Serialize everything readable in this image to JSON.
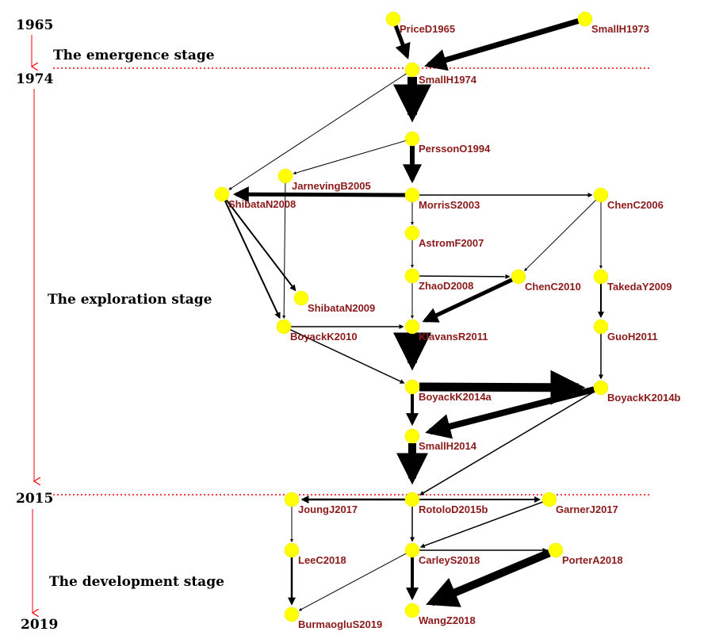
{
  "colors": {
    "node": "#ffff00",
    "label": "#8b1a1a",
    "edge": "#000000",
    "timeline": "#ff0000"
  },
  "timeline": {
    "years": [
      "1965",
      "1974",
      "2015",
      "2019"
    ],
    "stages": [
      "The emergence stage",
      "The exploration stage",
      "The development stage"
    ]
  },
  "nodes": [
    {
      "id": "PriceD1965"
    },
    {
      "id": "SmallH1973"
    },
    {
      "id": "SmallH1974"
    },
    {
      "id": "PerssonO1994"
    },
    {
      "id": "JarnevingB2005"
    },
    {
      "id": "ShibataN2008"
    },
    {
      "id": "MorrisS2003"
    },
    {
      "id": "ChenC2006"
    },
    {
      "id": "AstromF2007"
    },
    {
      "id": "ZhaoD2008"
    },
    {
      "id": "ChenC2010"
    },
    {
      "id": "TakedaY2009"
    },
    {
      "id": "ShibataN2009"
    },
    {
      "id": "BoyackK2010"
    },
    {
      "id": "KlavansR2011"
    },
    {
      "id": "GuoH2011"
    },
    {
      "id": "BoyackK2014a"
    },
    {
      "id": "BoyackK2014b"
    },
    {
      "id": "SmallH2014"
    },
    {
      "id": "JoungJ2017"
    },
    {
      "id": "RotoloD2015b"
    },
    {
      "id": "GarnerJ2017"
    },
    {
      "id": "LeeC2018"
    },
    {
      "id": "CarleyS2018"
    },
    {
      "id": "PorterA2018"
    },
    {
      "id": "BurmaogluS2019"
    },
    {
      "id": "WangZ2018"
    }
  ],
  "edges": [
    {
      "from": "PriceD1965",
      "to": "SmallH1974",
      "weight": 5
    },
    {
      "from": "SmallH1973",
      "to": "SmallH1974",
      "weight": 7
    },
    {
      "from": "SmallH1974",
      "to": "PerssonO1994",
      "weight": 12
    },
    {
      "from": "SmallH1974",
      "to": "ShibataN2008",
      "weight": 1
    },
    {
      "from": "PerssonO1994",
      "to": "MorrisS2003",
      "weight": 6
    },
    {
      "from": "PerssonO1994",
      "to": "JarnevingB2005",
      "weight": 1
    },
    {
      "from": "MorrisS2003",
      "to": "ShibataN2008",
      "weight": 5
    },
    {
      "from": "MorrisS2003",
      "to": "ChenC2006",
      "weight": 1.5
    },
    {
      "from": "MorrisS2003",
      "to": "AstromF2007",
      "weight": 1
    },
    {
      "from": "AstromF2007",
      "to": "ZhaoD2008",
      "weight": 1
    },
    {
      "from": "ZhaoD2008",
      "to": "ChenC2010",
      "weight": 1.5
    },
    {
      "from": "ZhaoD2008",
      "to": "KlavansR2011",
      "weight": 1
    },
    {
      "from": "ChenC2006",
      "to": "TakedaY2009",
      "weight": 1
    },
    {
      "from": "ChenC2006",
      "to": "ChenC2010",
      "weight": 1
    },
    {
      "from": "ChenC2010",
      "to": "KlavansR2011",
      "weight": 5
    },
    {
      "from": "TakedaY2009",
      "to": "GuoH2011",
      "weight": 2
    },
    {
      "from": "GuoH2011",
      "to": "BoyackK2014b",
      "weight": 1.5
    },
    {
      "from": "ShibataN2008",
      "to": "ShibataN2009",
      "weight": 2
    },
    {
      "from": "ShibataN2008",
      "to": "BoyackK2010",
      "weight": 2
    },
    {
      "from": "JarnevingB2005",
      "to": "BoyackK2010",
      "weight": 1
    },
    {
      "from": "BoyackK2010",
      "to": "KlavansR2011",
      "weight": 1.5
    },
    {
      "from": "BoyackK2010",
      "to": "BoyackK2014a",
      "weight": 1.5
    },
    {
      "from": "KlavansR2011",
      "to": "BoyackK2014a",
      "weight": 12
    },
    {
      "from": "BoyackK2014a",
      "to": "BoyackK2014b",
      "weight": 11
    },
    {
      "from": "BoyackK2014b",
      "to": "SmallH2014",
      "weight": 8
    },
    {
      "from": "BoyackK2014b",
      "to": "RotoloD2015b",
      "weight": 1.5
    },
    {
      "from": "BoyackK2014a",
      "to": "SmallH2014",
      "weight": 4
    },
    {
      "from": "SmallH2014",
      "to": "RotoloD2015b",
      "weight": 10
    },
    {
      "from": "RotoloD2015b",
      "to": "JoungJ2017",
      "weight": 2.5
    },
    {
      "from": "RotoloD2015b",
      "to": "GarnerJ2017",
      "weight": 2
    },
    {
      "from": "RotoloD2015b",
      "to": "CarleyS2018",
      "weight": 1.5
    },
    {
      "from": "GarnerJ2017",
      "to": "CarleyS2018",
      "weight": 1.5
    },
    {
      "from": "JoungJ2017",
      "to": "LeeC2018",
      "weight": 1
    },
    {
      "from": "LeeC2018",
      "to": "BurmaogluS2019",
      "weight": 2.5
    },
    {
      "from": "CarleyS2018",
      "to": "PorterA2018",
      "weight": 1.5
    },
    {
      "from": "CarleyS2018",
      "to": "WangZ2018",
      "weight": 4
    },
    {
      "from": "CarleyS2018",
      "to": "BurmaogluS2019",
      "weight": 1
    },
    {
      "from": "PorterA2018",
      "to": "WangZ2018",
      "weight": 10
    }
  ]
}
